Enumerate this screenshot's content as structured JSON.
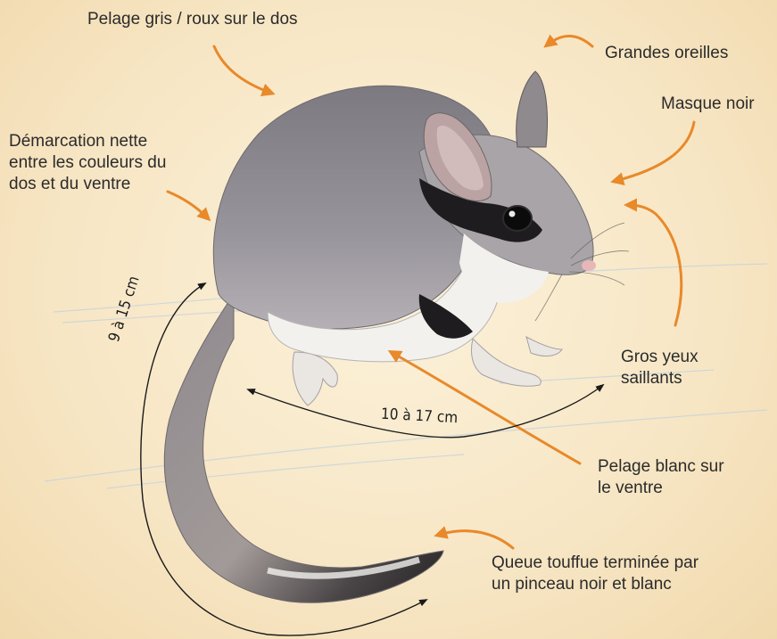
{
  "annotations": {
    "back_fur": "Pelage gris / roux sur le dos",
    "big_ears": "Grandes oreilles",
    "black_mask": "Masque noir",
    "demarcation": "Démarcation nette\nentre les couleurs du\ndos et du ventre",
    "big_eyes": "Gros yeux\nsaillants",
    "white_belly": "Pelage blanc sur\nle ventre",
    "bushy_tail": "Queue touffue terminée par\nun pinceau noir et blanc"
  },
  "measurements": {
    "body_length": "10 à 17 cm",
    "tail_length": "9 à 15 cm"
  },
  "colors": {
    "arrow": "#e8892a",
    "background": "#f7e6c4",
    "fur_grey": "#8c8890",
    "fur_white": "#f3f1ee",
    "mask_black": "#1e1c1e"
  }
}
